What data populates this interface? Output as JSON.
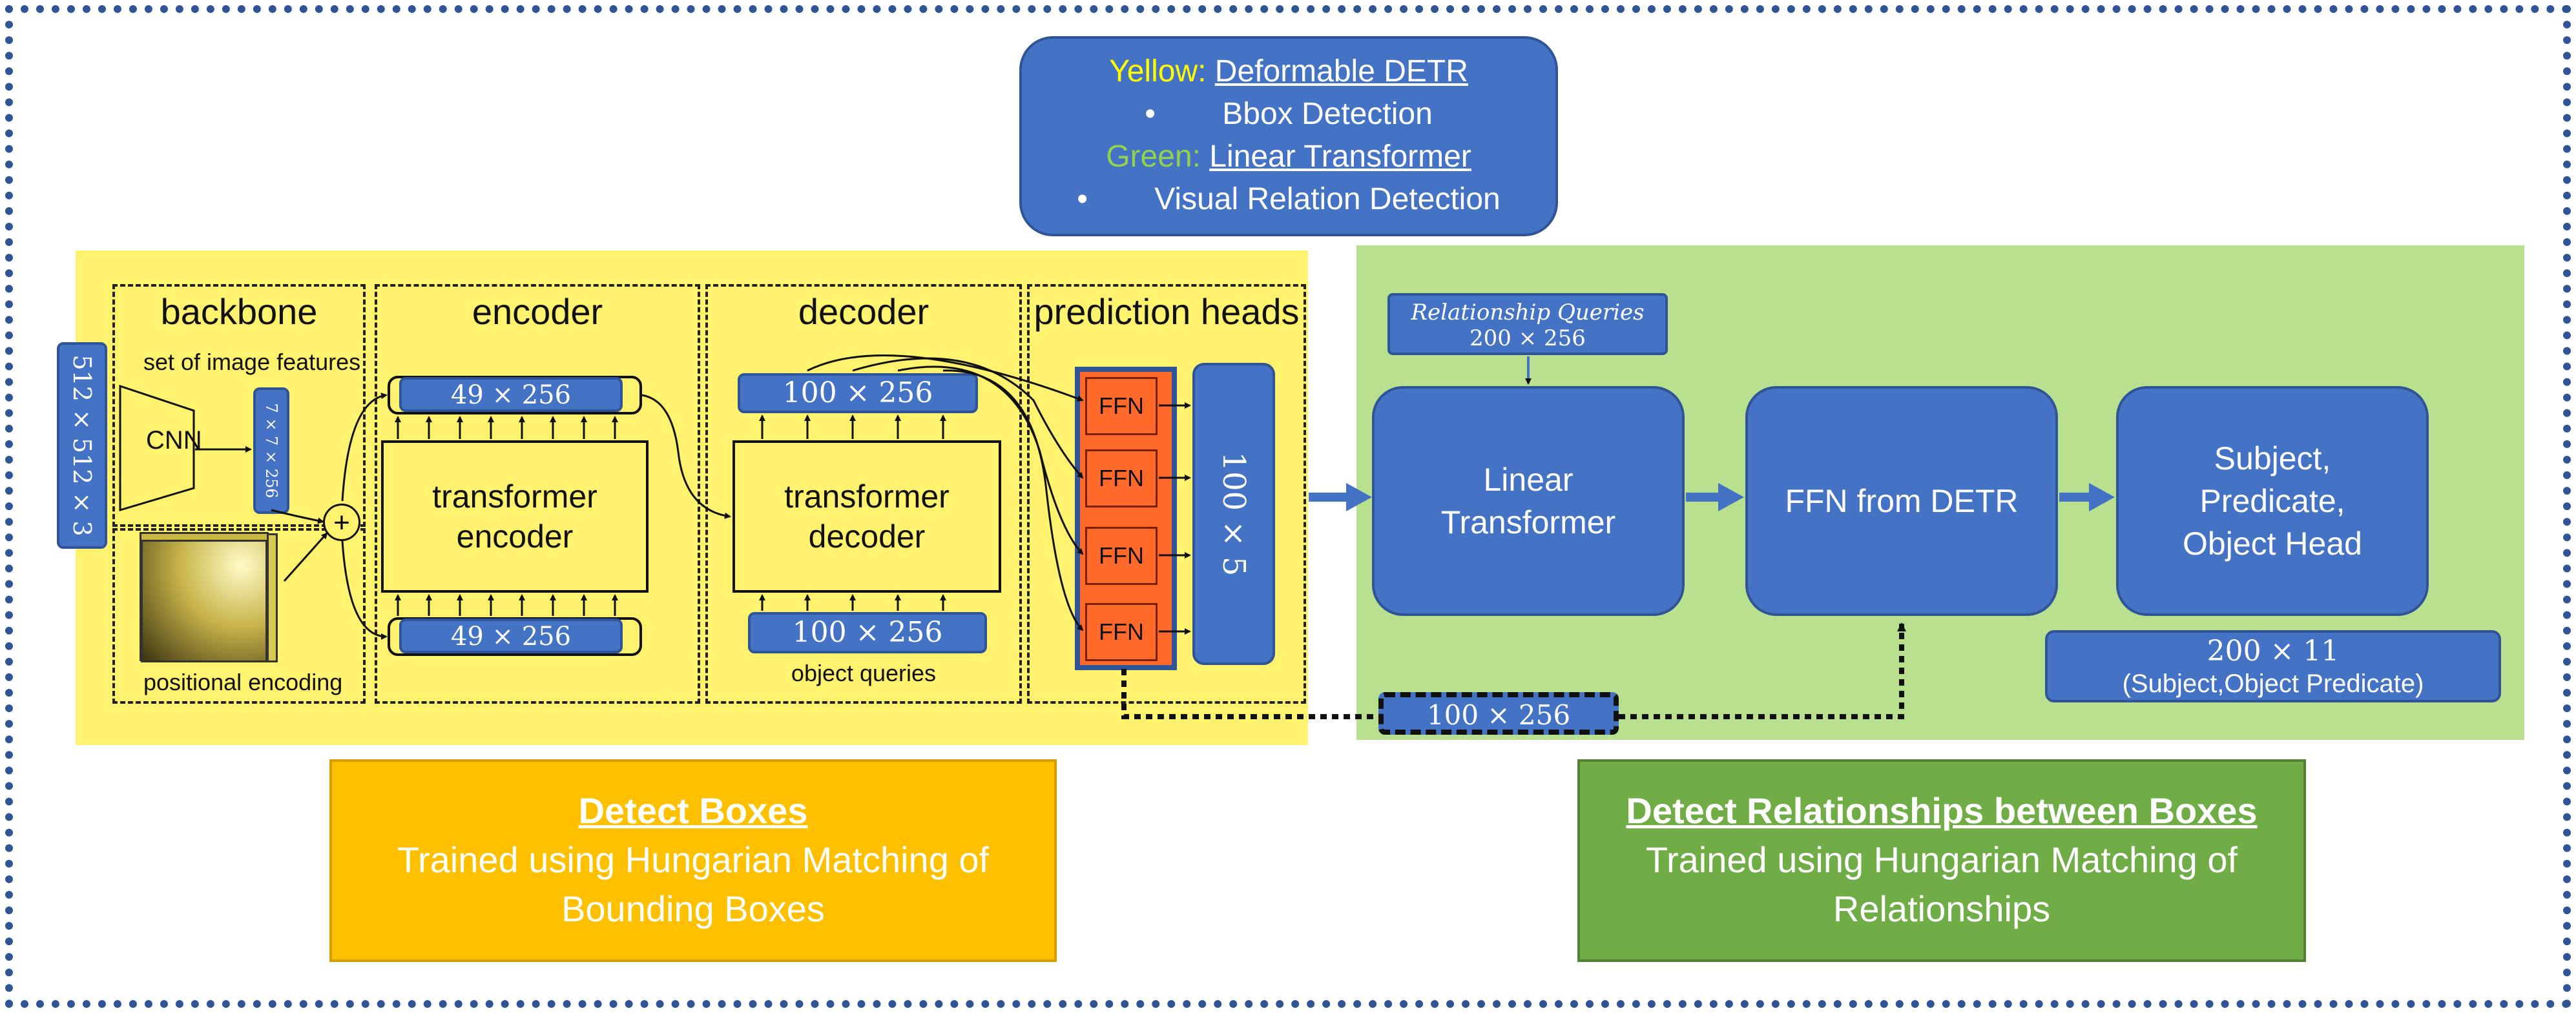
{
  "legend": {
    "yellow_label": "Yellow:",
    "yellow_name": "Deformable DETR",
    "yellow_item": "Bbox Detection",
    "green_label": "Green:",
    "green_name": "Linear Transformer",
    "green_item": "Visual Relation Detection",
    "bullet": "•"
  },
  "input": {
    "label": "512 × 512 × 3"
  },
  "backbone": {
    "title": "backbone",
    "subtitle": "set of image features",
    "cnn": "CNN",
    "feature_tag": "7 × 7 × 256",
    "plus": "+",
    "positional": "positional encoding"
  },
  "encoder": {
    "title": "encoder",
    "top_tag": "49 × 256",
    "bottom_tag": "49 × 256",
    "block": "transformer encoder"
  },
  "decoder": {
    "title": "decoder",
    "top_tag": "100 × 256",
    "bottom_tag": "100 × 256",
    "block": "transformer decoder",
    "queries": "object queries"
  },
  "heads": {
    "title": "prediction heads",
    "ffn": [
      "FFN",
      "FFN",
      "FFN",
      "FFN"
    ],
    "output": "100 × 5"
  },
  "relation": {
    "queries_title": "Relationship Queries",
    "queries_dim": "200 × 256",
    "linear_transformer": "Linear Transformer",
    "ffn_detr": "FFN from DETR",
    "head": "Subject, Predicate, Object Head",
    "output_dim": "200 × 11",
    "output_desc": "(Subject,Object Predicate)",
    "hidden_tag": "100 × 256"
  },
  "captions": {
    "left_title": "Detect Boxes",
    "left_text": "Trained using Hungarian Matching of Bounding Boxes",
    "right_title": "Detect Relationships between Boxes",
    "right_text": "Trained using Hungarian Matching of Relationships"
  },
  "colors": {
    "yellow_panel": "#fff26e",
    "green_panel": "#b9e08e",
    "blue": "#4472c4",
    "left_caption": "#ffc000",
    "right_caption": "#70ad47",
    "ffn": "#ff6a2b"
  }
}
